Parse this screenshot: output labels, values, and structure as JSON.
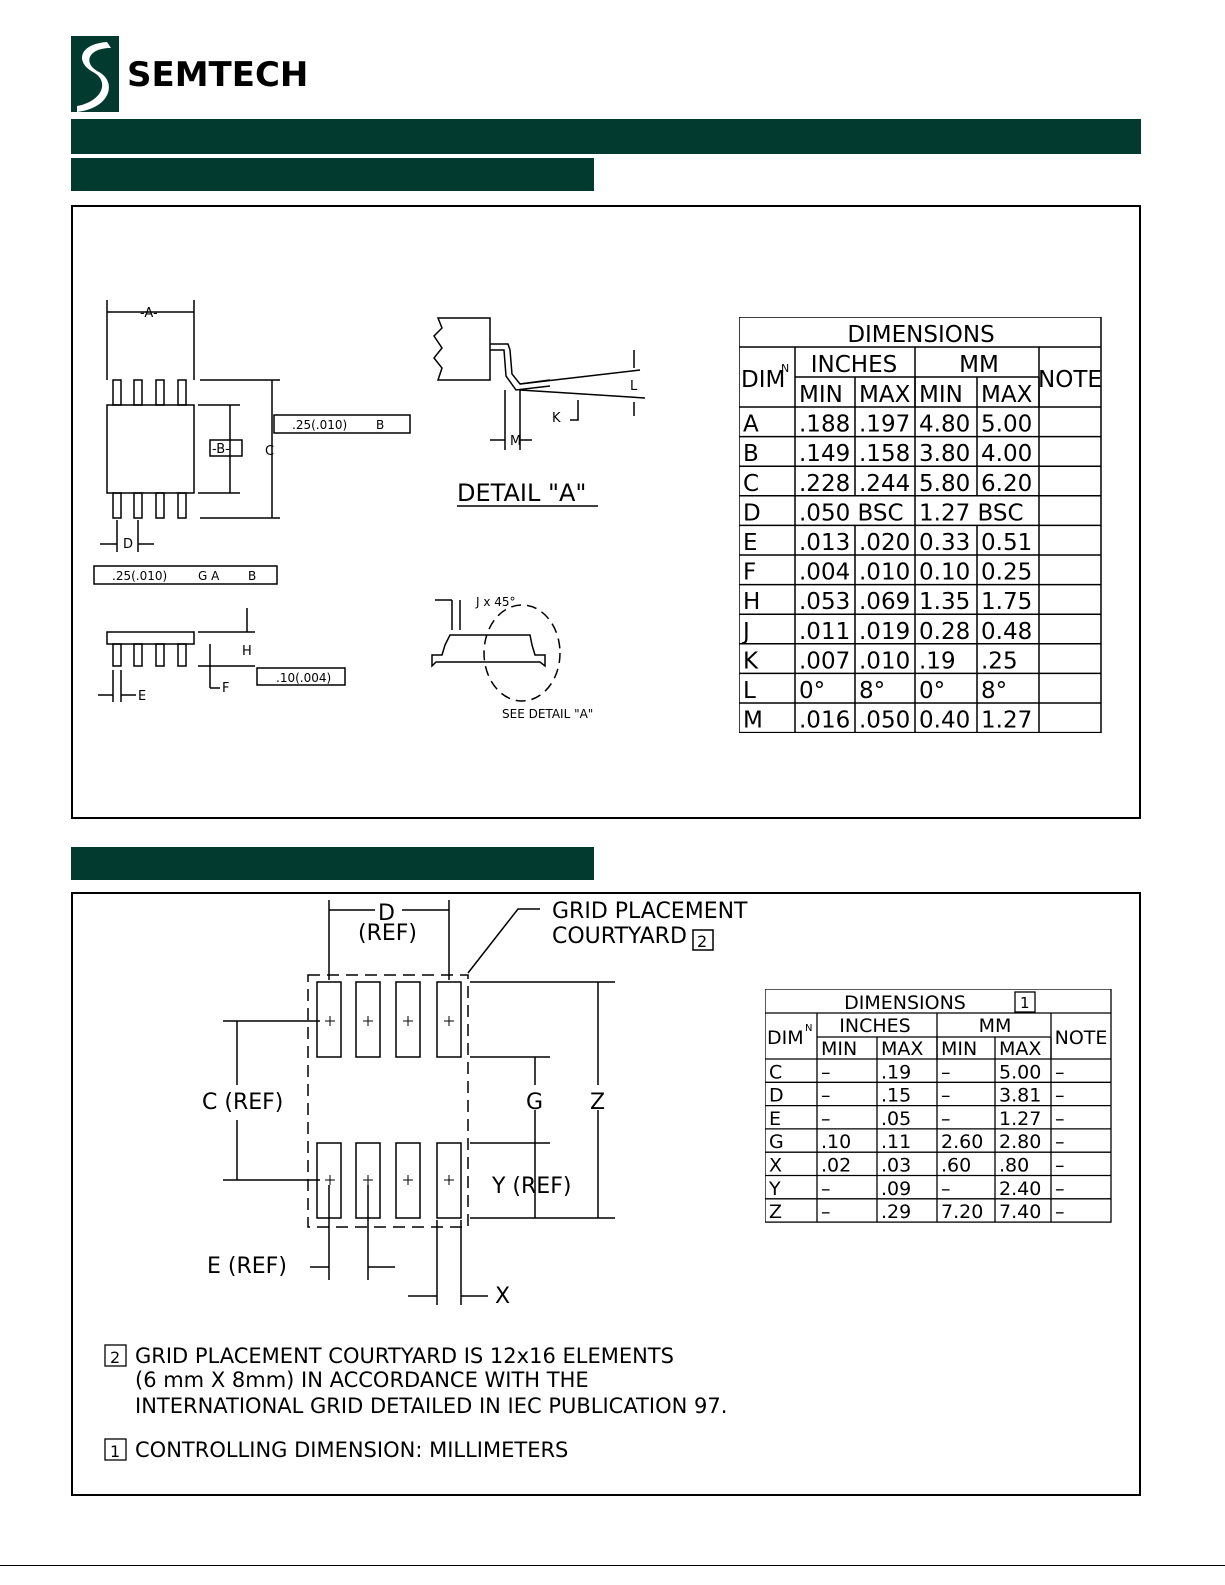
{
  "brand": {
    "name": "SEMTECH",
    "color": "#023a30"
  },
  "package_outline": {
    "labels": {
      "dim_a": "-A-",
      "dim_b": "-B-",
      "c": "C",
      "d": "D",
      "e": "E",
      "f": "F",
      "h": "H",
      "fcf_top": ".25(.010)",
      "fcf_top_refs": "B",
      "fcf_bottom": ".25(.010)",
      "fcf_bottom_refs1": "G A",
      "fcf_bottom_refs2": "B",
      "flatness": ".10(.004)",
      "detail_title": "DETAIL \"A\"",
      "j_label": "J x 45°",
      "k": "K",
      "l": "L",
      "m": "M",
      "see_detail": "SEE DETAIL \"A\""
    },
    "table": {
      "title": "DIMENSIONS",
      "dim_header": "DIM",
      "dim_sup": "N",
      "unit1": "INCHES",
      "unit2": "MM",
      "note": "NOTE",
      "cols": [
        "MIN",
        "MAX",
        "MIN",
        "MAX"
      ],
      "rows": [
        [
          "A",
          ".188",
          ".197",
          "4.80",
          "5.00",
          ""
        ],
        [
          "B",
          ".149",
          ".158",
          "3.80",
          "4.00",
          ""
        ],
        [
          "C",
          ".228",
          ".244",
          "5.80",
          "6.20",
          ""
        ],
        [
          "D",
          ".050 BSC",
          "",
          "1.27 BSC",
          "",
          ""
        ],
        [
          "E",
          ".013",
          ".020",
          "0.33",
          "0.51",
          ""
        ],
        [
          "F",
          ".004",
          ".010",
          "0.10",
          "0.25",
          ""
        ],
        [
          "H",
          ".053",
          ".069",
          "1.35",
          "1.75",
          ""
        ],
        [
          "J",
          ".011",
          ".019",
          "0.28",
          "0.48",
          ""
        ],
        [
          "K",
          ".007",
          ".010",
          ".19",
          ".25",
          ""
        ],
        [
          "L",
          "0°",
          "8°",
          "0°",
          "8°",
          ""
        ],
        [
          "M",
          ".016",
          ".050",
          "0.40",
          "1.27",
          ""
        ]
      ]
    }
  },
  "land_pattern": {
    "labels": {
      "d": "D",
      "d_ref": "(REF)",
      "grid1": "GRID PLACEMENT",
      "grid2": "COURTYARD",
      "c_ref": "C (REF)",
      "g": "G",
      "z": "Z",
      "y_ref": "Y (REF)",
      "e_ref": "E (REF)",
      "x": "X",
      "note_mark_1": "1",
      "note_mark_2": "2"
    },
    "table": {
      "title": "DIMENSIONS",
      "dim_header": "DIM",
      "dim_sup": "N",
      "unit1": "INCHES",
      "unit2": "MM",
      "note": "NOTE",
      "cols": [
        "MIN",
        "MAX",
        "MIN",
        "MAX"
      ],
      "rows": [
        [
          "C",
          "–",
          ".19",
          "–",
          "5.00",
          "–"
        ],
        [
          "D",
          "–",
          ".15",
          "–",
          "3.81",
          "–"
        ],
        [
          "E",
          "–",
          ".05",
          "–",
          "1.27",
          "–"
        ],
        [
          "G",
          ".10",
          ".11",
          "2.60",
          "2.80",
          "–"
        ],
        [
          "X",
          ".02",
          ".03",
          ".60",
          ".80",
          "–"
        ],
        [
          "Y",
          "–",
          ".09",
          "–",
          "2.40",
          "–"
        ],
        [
          "Z",
          "–",
          ".29",
          "7.20",
          "7.40",
          "–"
        ]
      ]
    },
    "notes": {
      "n2_line1": "GRID PLACEMENT COURTYARD IS 12x16 ELEMENTS",
      "n2_line2": "(6 mm X 8mm) IN ACCORDANCE WITH THE",
      "n2_line3": "INTERNATIONAL GRID DETAILED IN IEC PUBLICATION 97.",
      "n1": "CONTROLLING DIMENSION:   MILLIMETERS"
    }
  }
}
